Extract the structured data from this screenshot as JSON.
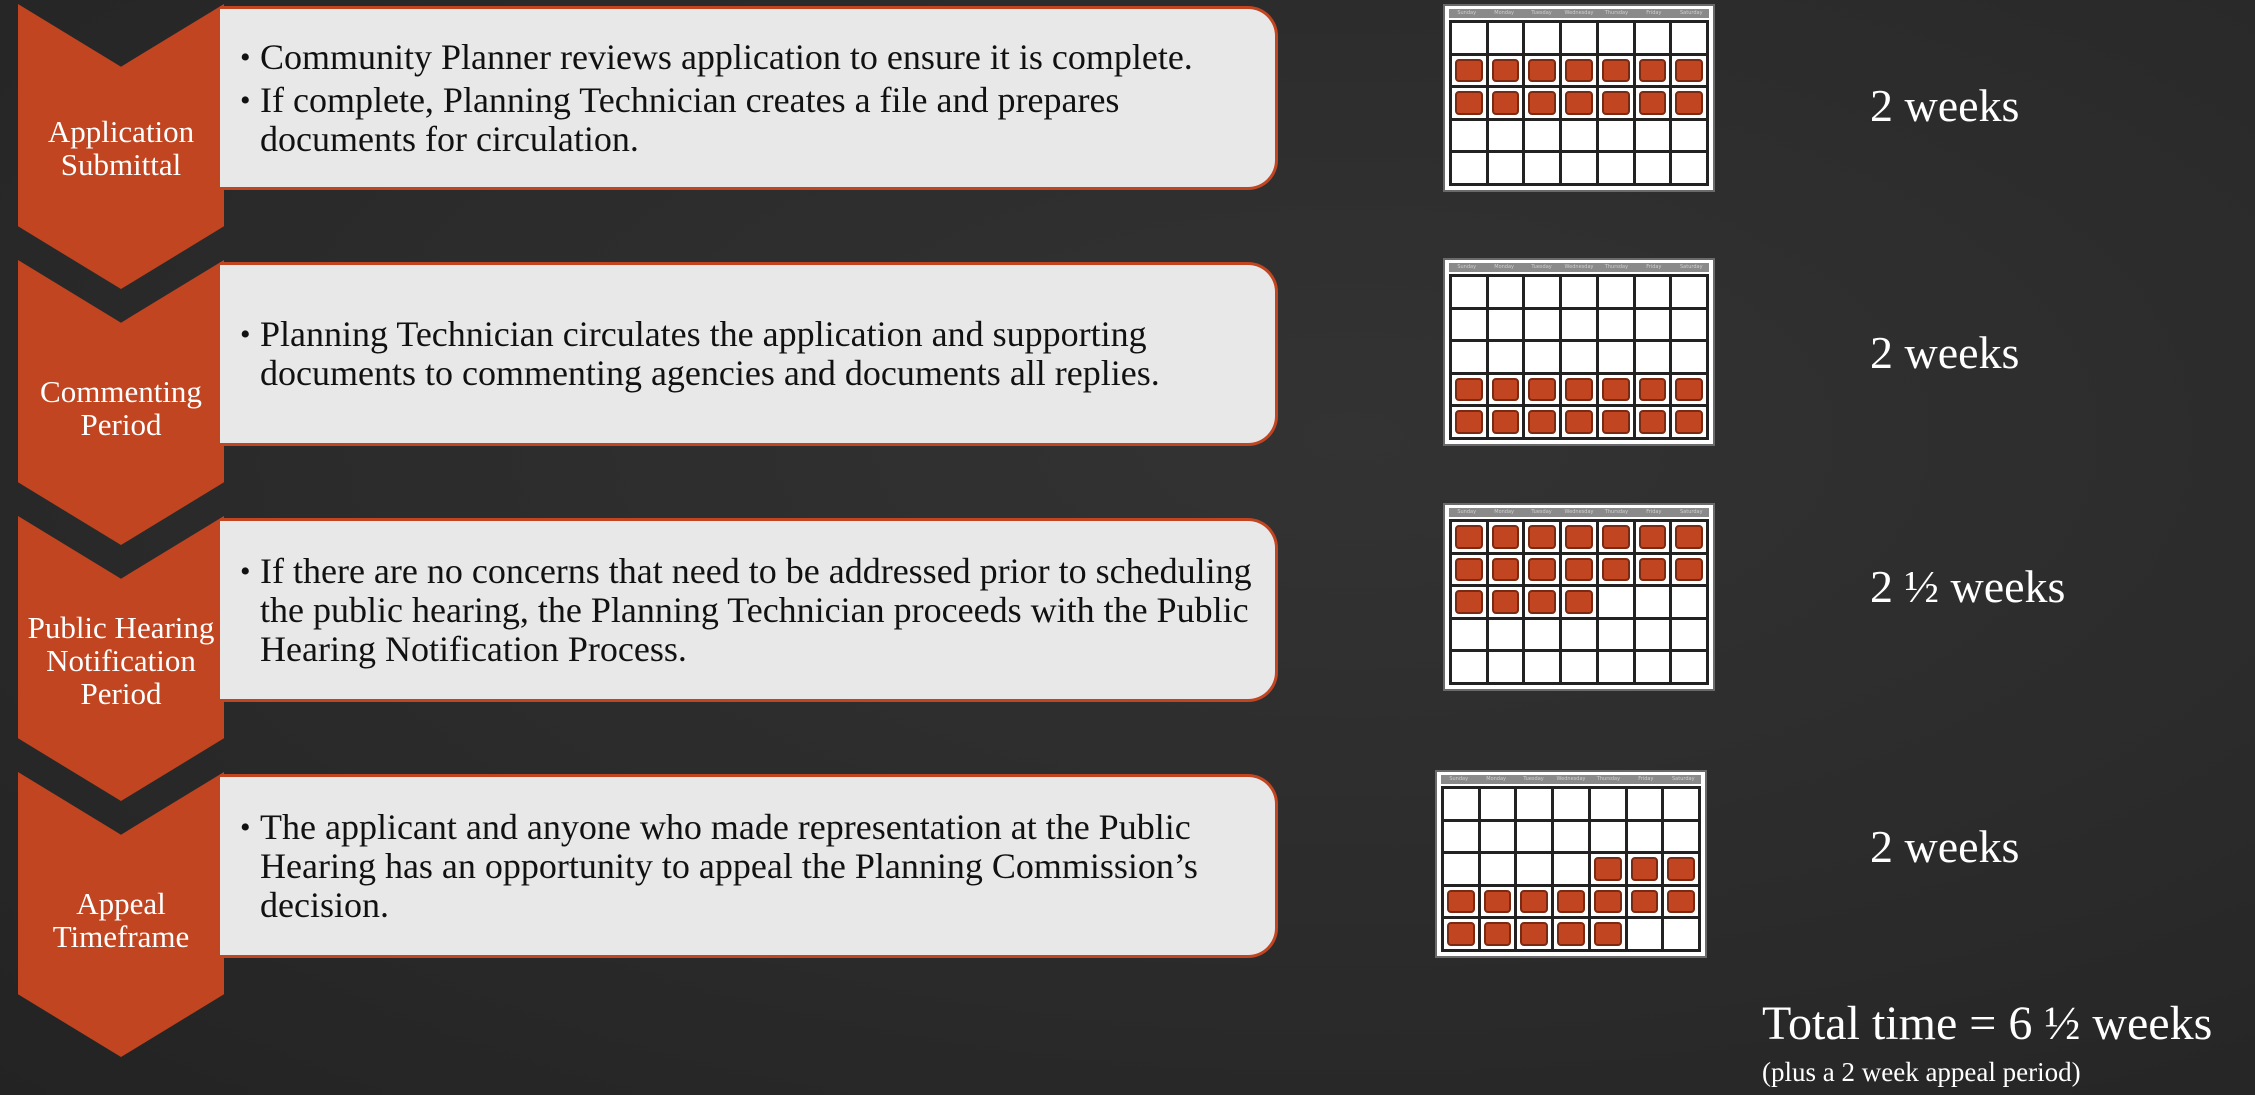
{
  "steps": [
    {
      "label": "Application Submittal",
      "bullets": [
        "Community Planner reviews application to ensure it is complete.",
        "If complete, Planning Technician creates a file and prepares documents for circulation."
      ],
      "duration": "2 weeks",
      "calendar_highlight": [
        [
          0,
          0,
          0,
          0,
          0,
          0,
          0
        ],
        [
          1,
          1,
          1,
          1,
          1,
          1,
          1
        ],
        [
          1,
          1,
          1,
          1,
          1,
          1,
          1
        ],
        [
          0,
          0,
          0,
          0,
          0,
          0,
          0
        ],
        [
          0,
          0,
          0,
          0,
          0,
          0,
          0
        ]
      ]
    },
    {
      "label": "Commenting Period",
      "bullets": [
        "Planning Technician circulates the application and supporting documents to commenting agencies and documents all replies."
      ],
      "duration": "2 weeks",
      "calendar_highlight": [
        [
          0,
          0,
          0,
          0,
          0,
          0,
          0
        ],
        [
          0,
          0,
          0,
          0,
          0,
          0,
          0
        ],
        [
          0,
          0,
          0,
          0,
          0,
          0,
          0
        ],
        [
          1,
          1,
          1,
          1,
          1,
          1,
          1
        ],
        [
          1,
          1,
          1,
          1,
          1,
          1,
          1
        ]
      ]
    },
    {
      "label": "Public Hearing Notification Period",
      "bullets": [
        "If there are no concerns that need to be addressed prior to scheduling the public hearing, the Planning Technician proceeds with the Public Hearing Notification Process."
      ],
      "duration": "2 ½ weeks",
      "calendar_highlight": [
        [
          1,
          1,
          1,
          1,
          1,
          1,
          1
        ],
        [
          1,
          1,
          1,
          1,
          1,
          1,
          1
        ],
        [
          1,
          1,
          1,
          1,
          0,
          0,
          0
        ],
        [
          0,
          0,
          0,
          0,
          0,
          0,
          0
        ],
        [
          0,
          0,
          0,
          0,
          0,
          0,
          0
        ]
      ]
    },
    {
      "label": "Appeal Timeframe",
      "bullets": [
        "The applicant and anyone who made representation at the Public Hearing has an opportunity to appeal the Planning Commission’s decision."
      ],
      "duration": "2 weeks",
      "calendar_highlight": [
        [
          0,
          0,
          0,
          0,
          0,
          0,
          0
        ],
        [
          0,
          0,
          0,
          0,
          0,
          0,
          0
        ],
        [
          0,
          0,
          0,
          0,
          1,
          1,
          1
        ],
        [
          1,
          1,
          1,
          1,
          1,
          1,
          1
        ],
        [
          1,
          1,
          1,
          1,
          1,
          0,
          0
        ]
      ]
    }
  ],
  "calendar_days": [
    "Sunday",
    "Monday",
    "Tuesday",
    "Wednesday",
    "Thursday",
    "Friday",
    "Saturday"
  ],
  "total": {
    "text": "Total time = 6 ½ weeks",
    "note": "(plus a 2 week appeal period)"
  },
  "colors": {
    "accent": "#c04520",
    "background": "#2b2b2b",
    "box": "#e8e8e8"
  }
}
